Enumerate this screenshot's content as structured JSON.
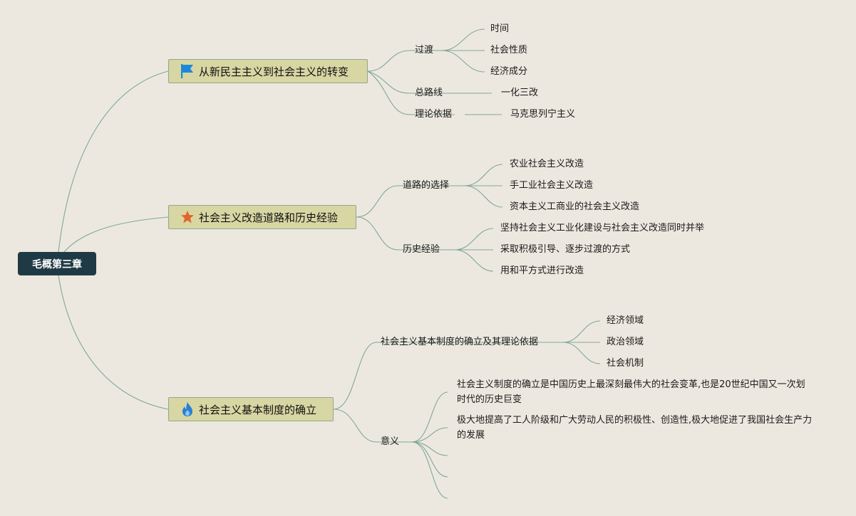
{
  "root": {
    "label": "毛概第三章"
  },
  "topics": [
    {
      "label": "从新民主主义到社会主义的转变",
      "icon": "blue-flag-icon",
      "subs": [
        {
          "label": "过渡",
          "children": [
            "时间",
            "社会性质",
            "经济成分"
          ]
        },
        {
          "label": "总路线",
          "children": [
            "一化三改"
          ]
        },
        {
          "label": "理论依据",
          "children": [
            "马克思列宁主义"
          ]
        }
      ]
    },
    {
      "label": "社会主义改造道路和历史经验",
      "icon": "orange-star-icon",
      "subs": [
        {
          "label": "道路的选择",
          "children": [
            "农业社会主义改造",
            "手工业社会主义改造",
            "资本主义工商业的社会主义改造"
          ]
        },
        {
          "label": "历史经验",
          "children": [
            "坚持社会主义工业化建设与社会主义改造同时并举",
            "采取积极引导、逐步过渡的方式",
            "用和平方式进行改造"
          ]
        }
      ]
    },
    {
      "label": "社会主义基本制度的确立",
      "icon": "blue-flame-icon",
      "subs": [
        {
          "label": "社会主义基本制度的确立及其理论依据",
          "children": [
            "经济领域",
            "政治领域",
            "社会机制"
          ]
        },
        {
          "label": "意义",
          "children": [
            "社会主义制度的确立是中国历史上最深刻最伟大的社会变革,也是20世纪中国又一次划时代的历史巨变",
            "极大地提高了工人阶级和广大劳动人民的积极性、创造性,极大地促进了我国社会生产力的发展"
          ]
        }
      ]
    }
  ],
  "colors": {
    "background": "#ede8df",
    "root": "#1f3a44",
    "topic": "#d8d6a3",
    "link": "#7fa89a",
    "flag": "#1e88d8",
    "star": "#e0662e",
    "flame": "#2a7fd6"
  }
}
